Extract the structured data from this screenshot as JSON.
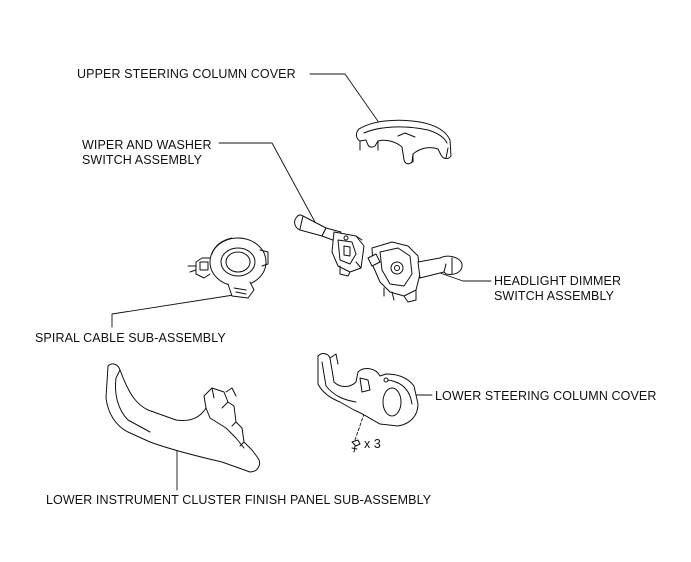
{
  "labels": {
    "upper_cover": "UPPER STEERING COLUMN COVER",
    "wiper_line1": "WIPER AND WASHER",
    "wiper_line2": "SWITCH ASSEMBLY",
    "headlight_line1": "HEADLIGHT DIMMER",
    "headlight_line2": "SWITCH ASSEMBLY",
    "spiral_cable": "SPIRAL CABLE SUB-ASSEMBLY",
    "lower_cover": "LOWER STEERING COLUMN COVER",
    "lower_panel": "LOWER INSTRUMENT CLUSTER FINISH PANEL SUB-ASSEMBLY",
    "screw_qty": "x 3"
  },
  "colors": {
    "line": "#111111",
    "fill": "#ffffff"
  }
}
